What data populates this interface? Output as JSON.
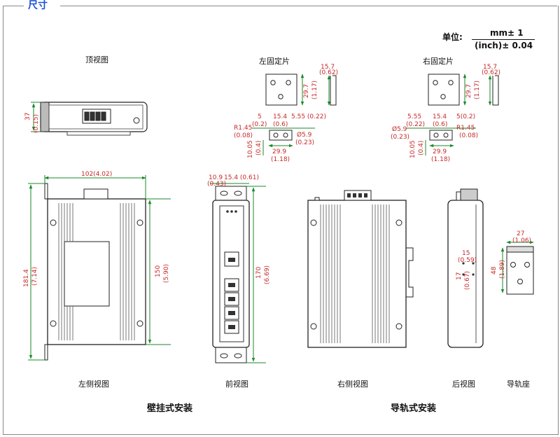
{
  "section_title": "尺寸",
  "unit": {
    "label": "单位:",
    "top": "mm± 1",
    "bottom": "(inch)± 0.04"
  },
  "views": {
    "top": "顶视图",
    "left_bracket": "左固定片",
    "right_bracket": "右固定片",
    "left_side": "左侧视图",
    "front": "前视图",
    "right_side": "右侧视图",
    "rear": "后视图",
    "rail_seat": "导轨座"
  },
  "modes": {
    "wall": "壁挂式安装",
    "rail": "导轨式安装"
  },
  "dims": {
    "top_h": "37",
    "top_h_in": "(0.15)",
    "lb_h1": "15.7",
    "lb_h1_in": "(0.62)",
    "lb_h2": "29.7",
    "lb_h2_in": "(1.17)",
    "lb_a": "5",
    "lb_a_in": "(0.2)",
    "lb_b": "15.4",
    "lb_b_in": "(0.6)",
    "lb_c": "5.55 (0.22)",
    "lb_r": "R1.45",
    "lb_r_in": "(0.08)",
    "lb_d": "Ø5.9",
    "lb_d_in": "(0.23)",
    "lb_v": "10.05",
    "lb_v_in": "(0.4)",
    "lb_w": "29.9",
    "lb_w_in": "(1.18)",
    "rb_h1": "15.7",
    "rb_h1_in": "(0.62)",
    "rb_h2": "29.7",
    "rb_h2_in": "(1.17)",
    "rb_a": "5.55",
    "rb_a_in": "(0.22)",
    "rb_b": "15.4",
    "rb_b_in": "(0.6)",
    "rb_c": "5(0.2)",
    "rb_r": "R1.45",
    "rb_r_in": "(0.08)",
    "rb_d": "Ø5.9",
    "rb_d_in": "(0.23)",
    "rb_v": "10.05",
    "rb_v_in": "(0.4)",
    "rb_w": "29.9",
    "rb_w_in": "(1.18)",
    "ls_w": "102(4.02)",
    "ls_h1": "181.4",
    "ls_h1_in": "(7.14)",
    "ls_h2": "150",
    "ls_h2_in": "(5.90)",
    "fr_a": "10.9",
    "fr_a_in": "(0.43)",
    "fr_b": "15.4 (0.61)",
    "fr_h": "170",
    "fr_h_in": "(6.69)",
    "rear_a": "15",
    "rear_a_in": "(0.59)",
    "rear_b": "17",
    "rear_b_in": "(0.67)",
    "rail_w": "27",
    "rail_w_in": "(1.06)",
    "rail_h": "48",
    "rail_h_in": "(1.89)"
  }
}
